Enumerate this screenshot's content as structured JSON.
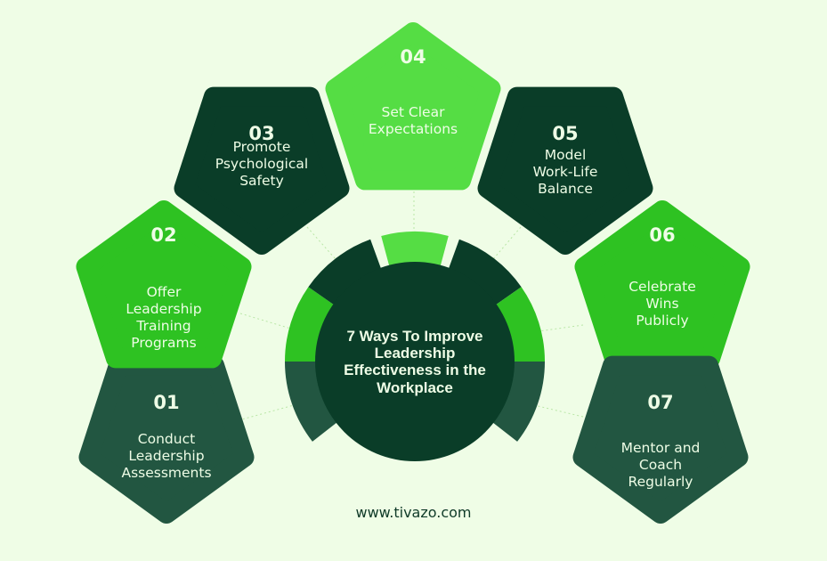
{
  "title": "7 Ways To Improve Leadership Effectiveness in the Workplace",
  "title_lines": [
    "7 Ways To Improve",
    "Leadership",
    "Effectiveness in the",
    "Workplace"
  ],
  "colors": {
    "background": "#effde6",
    "dark": "#0a3d28",
    "medium_dark": "#225641",
    "bright_green": "#2ec222",
    "light_green": "#55dd44",
    "text": "#eefde6"
  },
  "steps": [
    {
      "number": "01",
      "lines": [
        "Conduct",
        "Leadership",
        "Assessments"
      ],
      "color": "#225641"
    },
    {
      "number": "02",
      "lines": [
        "Offer",
        "Leadership",
        "Training",
        "Programs"
      ],
      "color": "#2ec222"
    },
    {
      "number": "03",
      "lines": [
        "Promote",
        "Psychological",
        "Safety"
      ],
      "color": "#0a3d28"
    },
    {
      "number": "04",
      "lines": [
        "Set Clear",
        "Expectations"
      ],
      "color": "#55dd44"
    },
    {
      "number": "05",
      "lines": [
        "Model",
        "Work-Life",
        "Balance"
      ],
      "color": "#0a3d28"
    },
    {
      "number": "06",
      "lines": [
        "Celebrate",
        "Wins",
        "Publicly"
      ],
      "color": "#2ec222"
    },
    {
      "number": "07",
      "lines": [
        "Mentor and",
        "Coach",
        "Regularly"
      ],
      "color": "#225641"
    }
  ],
  "footer": "www.tivazo.com"
}
